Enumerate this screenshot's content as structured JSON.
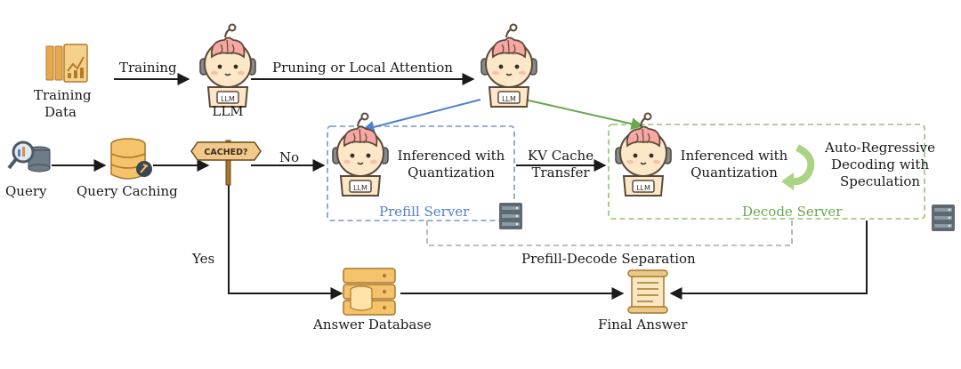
{
  "nodes": {
    "training_data": "Training\nData",
    "llm": "LLM",
    "query": "Query",
    "query_caching": "Query Caching",
    "cached_sign": "CACHED?",
    "answer_database": "Answer Database",
    "final_answer": "Final Answer",
    "robot_badge": "LLM"
  },
  "edges": {
    "training": "Training",
    "pruning": "Pruning or Local Attention",
    "no": "No",
    "yes": "Yes",
    "kv_cache": "KV Cache\nTransfer",
    "prefill_decode_separation": "Prefill-Decode Separation"
  },
  "prefill_server": {
    "title": "Prefill Server",
    "robot_text": "Inferenced with\nQuantization"
  },
  "decode_server": {
    "title": "Decode Server",
    "robot_text": "Inferenced with\nQuantization",
    "loop_text": "Auto-Regressive\nDecoding with\nSpeculation"
  },
  "colors": {
    "prefill": "#6e96d8",
    "decode": "#8fc46a",
    "arrow": "#1a1a1a",
    "separation": "#a9a9a9"
  }
}
